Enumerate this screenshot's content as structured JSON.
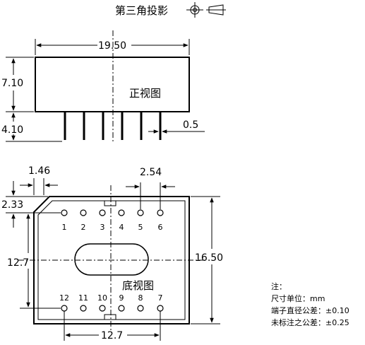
{
  "header": {
    "projection_label": "第三角投影"
  },
  "front_view": {
    "label": "正视图",
    "width": "19.50",
    "height": "7.10",
    "pin_length": "4.10",
    "pin_width": "0.5"
  },
  "bottom_view": {
    "label": "底视图",
    "width": "16.50",
    "pin_pitch": "2.54",
    "chamfer_x": "1.46",
    "chamfer_y": "2.33",
    "row_spacing": "12.7",
    "span_spacing": "12.7",
    "top_pins": [
      "1",
      "2",
      "3",
      "4",
      "5",
      "6"
    ],
    "bottom_pins": [
      "12",
      "11",
      "10",
      "9",
      "8",
      "7"
    ]
  },
  "notes": {
    "title": "注：",
    "lines": [
      "尺寸单位：mm",
      "端子直径公差：±0.10",
      "未标注之公差：±0.25"
    ]
  }
}
